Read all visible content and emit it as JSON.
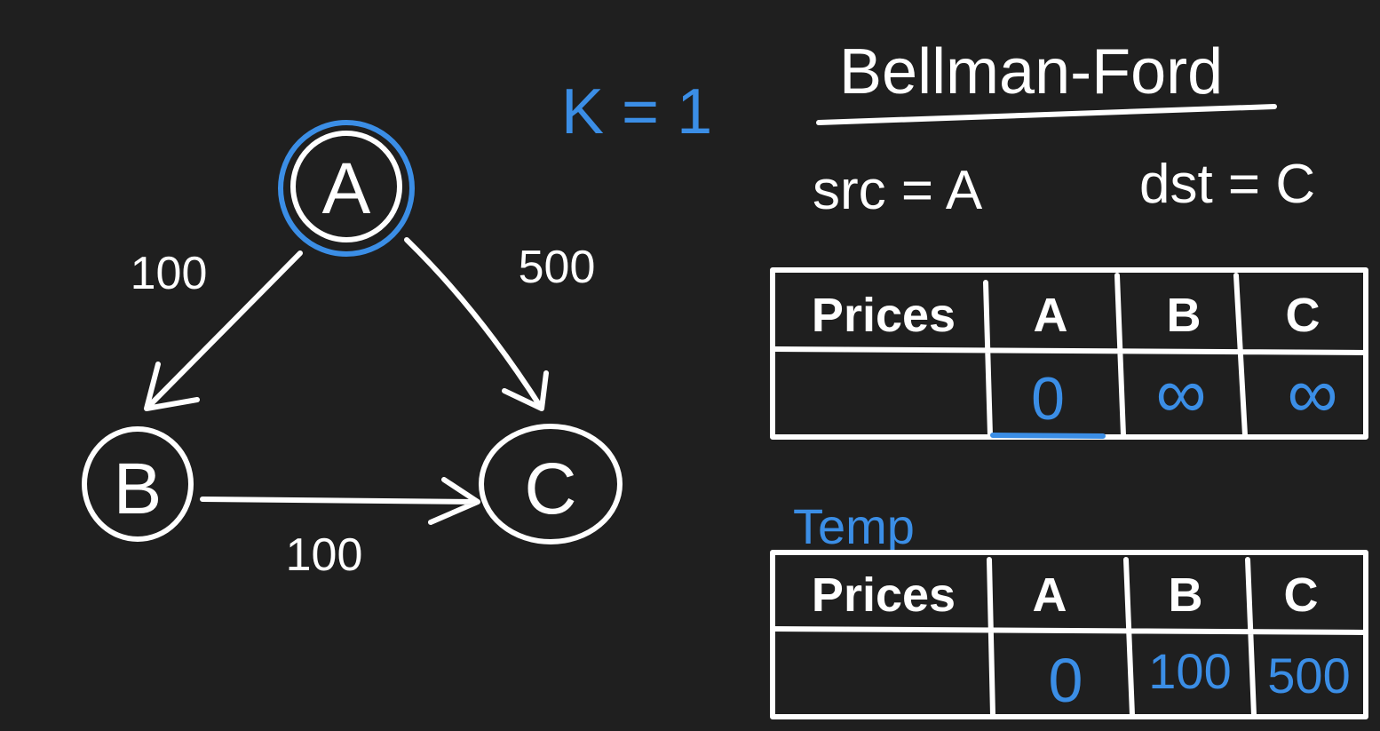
{
  "title": "Bellman-Ford",
  "k_label": "K = 1",
  "src_label": "src = A",
  "dst_label": "dst = C",
  "colors": {
    "background": "#1f1f1f",
    "ink": "#ffffff",
    "accent": "#3b8ee6"
  },
  "graph": {
    "nodes": [
      "A",
      "B",
      "C"
    ],
    "edges": [
      {
        "from": "A",
        "to": "B",
        "weight": "100"
      },
      {
        "from": "A",
        "to": "C",
        "weight": "500"
      },
      {
        "from": "B",
        "to": "C",
        "weight": "100"
      }
    ]
  },
  "prices_table": {
    "header": [
      "Prices",
      "A",
      "B",
      "C"
    ],
    "values": [
      "0",
      "∞",
      "∞"
    ]
  },
  "temp_label": "Temp",
  "temp_table": {
    "header": [
      "Prices",
      "A",
      "B",
      "C"
    ],
    "values": [
      "0",
      "100",
      "500"
    ]
  }
}
